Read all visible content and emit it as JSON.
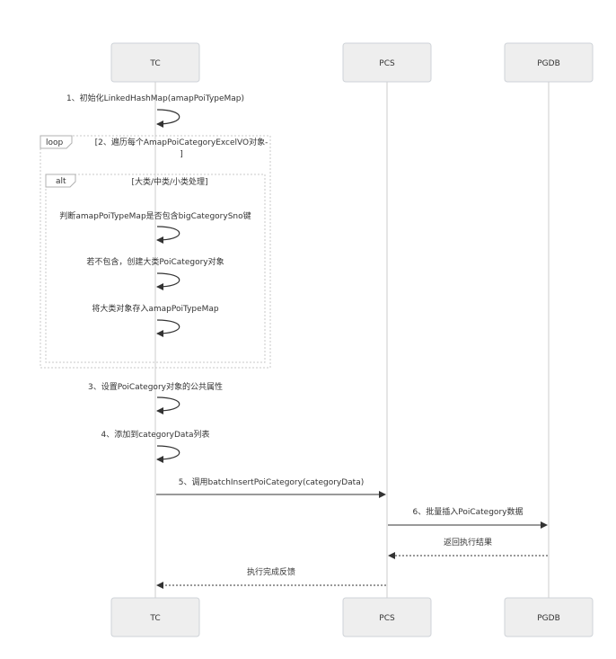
{
  "participants": [
    {
      "id": "tc",
      "label": "TC"
    },
    {
      "id": "pcs",
      "label": "PCS"
    },
    {
      "id": "pgdb",
      "label": "PGDB"
    }
  ],
  "frames": {
    "loop": {
      "keyword": "loop",
      "title_line1": "[2、遍历每个AmapPoiCategoryExcelVO对象-",
      "title_line2": "]"
    },
    "alt": {
      "keyword": "alt",
      "title": "[大类/中类/小类处理]"
    }
  },
  "messages": [
    {
      "id": "m1",
      "text": "1、初始化LinkedHashMap(amapPoiTypeMap)",
      "from": "tc",
      "to": "tc",
      "style": "solid"
    },
    {
      "id": "m2",
      "text": "判断amapPoiTypeMap是否包含bigCategorySno键",
      "from": "tc",
      "to": "tc",
      "style": "solid"
    },
    {
      "id": "m3",
      "text": "若不包含，创建大类PoiCategory对象",
      "from": "tc",
      "to": "tc",
      "style": "solid"
    },
    {
      "id": "m4",
      "text": "将大类对象存入amapPoiTypeMap",
      "from": "tc",
      "to": "tc",
      "style": "solid"
    },
    {
      "id": "m5",
      "text": "3、设置PoiCategory对象的公共属性",
      "from": "tc",
      "to": "tc",
      "style": "solid"
    },
    {
      "id": "m6",
      "text": "4、添加到categoryData列表",
      "from": "tc",
      "to": "tc",
      "style": "solid"
    },
    {
      "id": "m7",
      "text": "5、调用batchInsertPoiCategory(categoryData)",
      "from": "tc",
      "to": "pcs",
      "style": "solid"
    },
    {
      "id": "m8",
      "text": "6、批量插入PoiCategory数据",
      "from": "pcs",
      "to": "pgdb",
      "style": "solid"
    },
    {
      "id": "m9",
      "text": "返回执行结果",
      "from": "pgdb",
      "to": "pcs",
      "style": "dashed"
    },
    {
      "id": "m10",
      "text": "执行完成反馈",
      "from": "pcs",
      "to": "tc",
      "style": "dashed"
    }
  ],
  "colors": {
    "line": "#333333",
    "actor_fill": "#eeeeee",
    "actor_border": "#cfd3d8",
    "lifeline": "#cccccc",
    "frame_border": "#c8c8c8"
  }
}
